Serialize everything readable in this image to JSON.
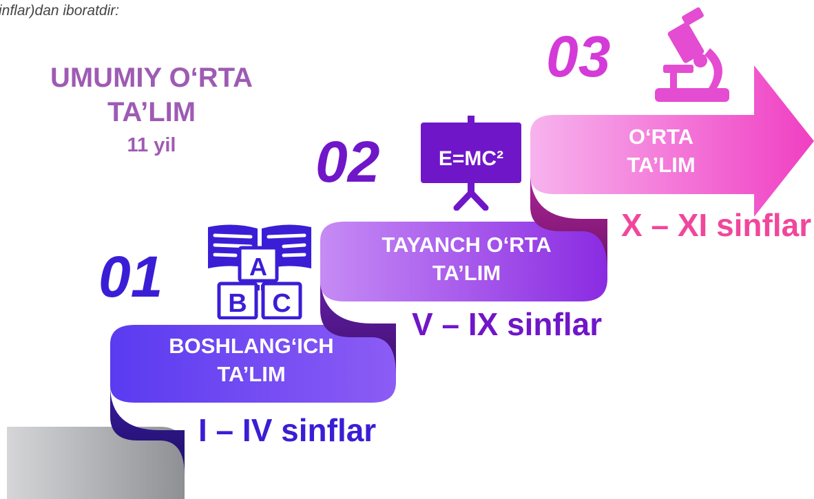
{
  "intro": "inflar)dan iboratdir:",
  "heading": {
    "line1": "UMUMIY O‘RTA",
    "line2": "TA’LIM",
    "duration": "11 yil"
  },
  "stages": [
    {
      "number": "01",
      "label_line1": "BOSHLANG‘ICH",
      "label_line2": "TA’LIM",
      "grades": "I – IV sinflar",
      "icon": "abc-book-icon",
      "icon_letters": [
        "A",
        "B",
        "C"
      ]
    },
    {
      "number": "02",
      "label_line1": "TAYANCH O‘RTA",
      "label_line2": "TA’LIM",
      "grades": "V – IX sinflar",
      "icon": "presentation-board-icon",
      "icon_text": "E=MC²"
    },
    {
      "number": "03",
      "label_line1": "O‘RTA",
      "label_line2": "TA’LIM",
      "grades": "X – XI sinflar",
      "icon": "microscope-icon"
    }
  ],
  "colors": {
    "heading": "#9E5BB3",
    "stage1": "#3A1ED6",
    "stage2": "#7016C9",
    "stage3": "#D43AD8",
    "stage3_grades": "#F0479C",
    "base_step": "#A7A9AC"
  }
}
